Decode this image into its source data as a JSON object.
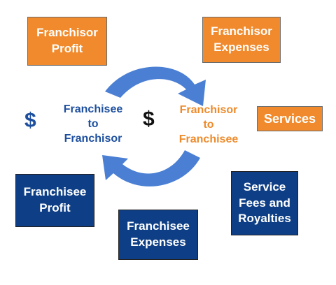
{
  "boxes": {
    "franchisor_profit": {
      "line1": "Franchisor",
      "line2": "Profit"
    },
    "franchisor_expenses": {
      "line1": "Franchisor",
      "line2": "Expenses"
    },
    "services": {
      "label": "Services"
    },
    "franchisee_profit": {
      "line1": "Franchisee",
      "line2": "Profit"
    },
    "franchisee_expenses": {
      "line1": "Franchisee",
      "line2": "Expenses"
    },
    "service_fees": {
      "line1": "Service",
      "line2": "Fees and",
      "line3": "Royalties"
    }
  },
  "flows": {
    "franchisee_to_franchisor": {
      "line1": "Franchisee",
      "line2": "to",
      "line3": "Franchisor"
    },
    "franchisor_to_franchisee": {
      "line1": "Franchisor",
      "line2": "to",
      "line3": "Franchisee"
    }
  },
  "symbols": {
    "left_dollar": "$",
    "center_dollar": "$"
  },
  "colors": {
    "orange": "#f08a2c",
    "navy": "#0e3f86",
    "arrow_blue": "#4a7fd4",
    "text_blue": "#1d4f9e",
    "text_orange": "#ee8a2a",
    "black": "#111111"
  }
}
